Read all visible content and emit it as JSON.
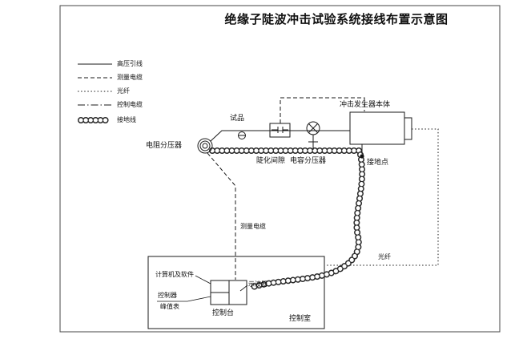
{
  "title": "绝缘子陡波冲击试验系统接线布置示意图",
  "legend": {
    "items": [
      {
        "label": "高压引线",
        "style": "solid"
      },
      {
        "label": "测量电缆",
        "style": "dashed"
      },
      {
        "label": "光纤",
        "style": "dotted"
      },
      {
        "label": "控制电缆",
        "style": "dashdot"
      },
      {
        "label": "接地线",
        "style": "coil"
      }
    ]
  },
  "components": {
    "specimen": "试品",
    "impulse_generator": "冲击发生器本体",
    "resistive_divider": "电阻分压器",
    "steepening_gap": "陡化间隙",
    "capacitive_divider": "电容分压器",
    "ground_point": "接地点",
    "computer_software": "计算机及软件",
    "controller": "控制器",
    "peak_meter": "峰值表",
    "oscilloscope": "示波器",
    "control_console": "控制台",
    "control_room": "控制室"
  },
  "cables": {
    "measurement_cable": "测量电缆",
    "optical_fiber": "光纤"
  },
  "colors": {
    "line": "#1a1a1a",
    "background": "#ffffff"
  }
}
